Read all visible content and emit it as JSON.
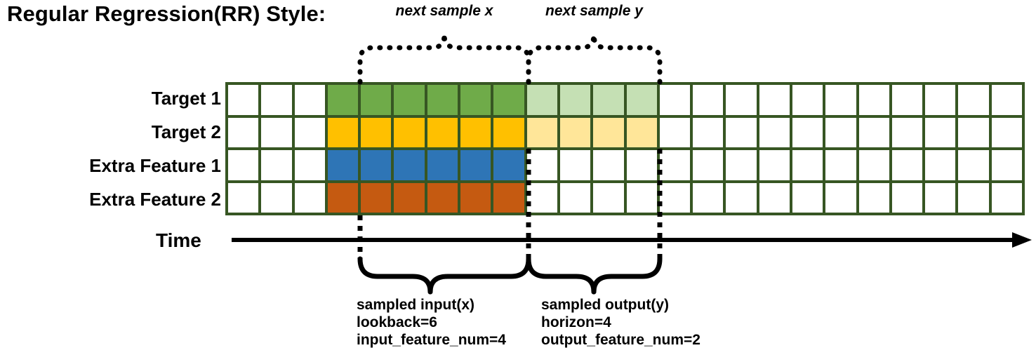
{
  "title": "Regular Regression(RR) Style:",
  "rows": [
    {
      "label": "Target 1",
      "name": "target-1",
      "dark": "c-green",
      "light": "c-green-l",
      "has_output": true
    },
    {
      "label": "Target 2",
      "name": "target-2",
      "dark": "c-yellow",
      "light": "c-yellow-l",
      "has_output": true
    },
    {
      "label": "Extra Feature 1",
      "name": "extra-feature-1",
      "dark": "c-blue",
      "light": "",
      "has_output": false
    },
    {
      "label": "Extra Feature 2",
      "name": "extra-feature-2",
      "dark": "c-orange",
      "light": "",
      "has_output": false
    }
  ],
  "grid": {
    "total_columns": 24,
    "leading_empty_columns": 3,
    "input_columns": 6,
    "output_columns": 4,
    "trailing_empty_columns": 11
  },
  "axis": {
    "label": "Time"
  },
  "top_annotations": {
    "next_sample_x": "next sample x",
    "next_sample_y": "next sample y"
  },
  "bottom_annotations": {
    "input": {
      "line1": "sampled input(x)",
      "line2": "lookback=6",
      "line3": "input_feature_num=4"
    },
    "output": {
      "line1": "sampled output(y)",
      "line2": "horizon=4",
      "line3": "output_feature_num=2"
    }
  },
  "colors": {
    "grid_border": "#375623",
    "target1_dark": "#6fab49",
    "target1_light": "#c5e0b4",
    "target2_dark": "#ffc000",
    "target2_light": "#ffe699",
    "extra1": "#2e75b6",
    "extra2": "#c55a11",
    "ink": "#000000",
    "background": "#ffffff"
  }
}
